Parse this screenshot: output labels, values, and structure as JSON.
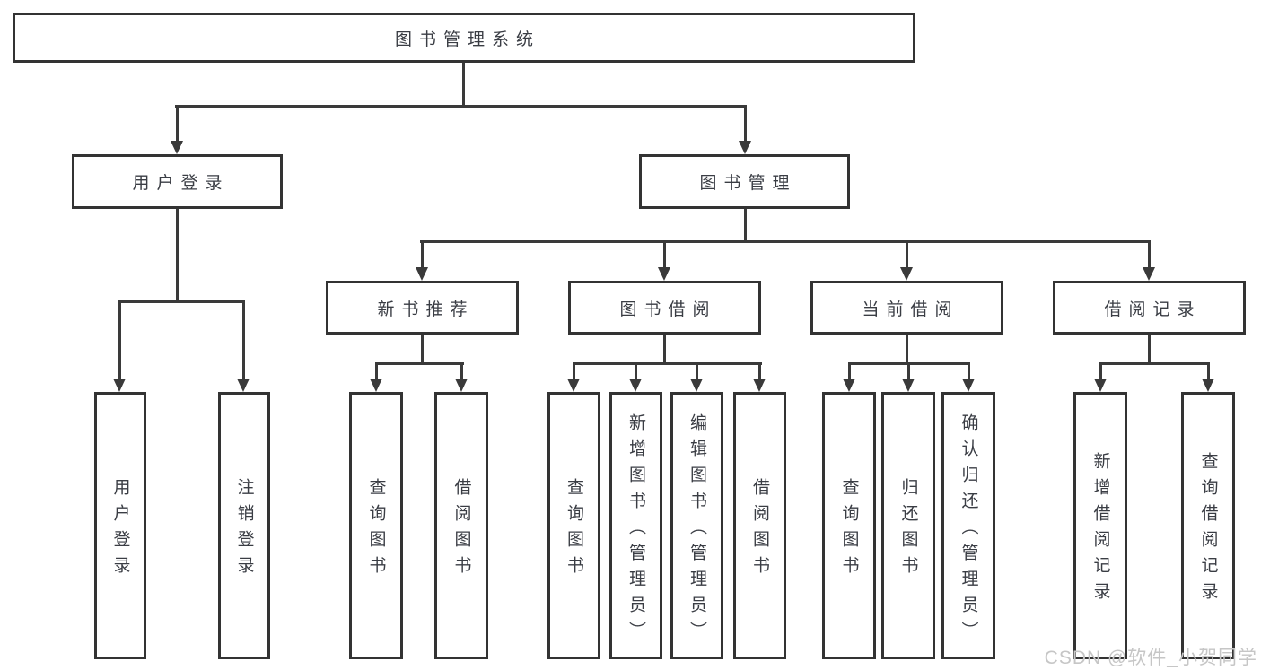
{
  "diagram_title": "图书管理系统",
  "tree": {
    "root": {
      "label": "图书管理系统"
    },
    "children": [
      {
        "label": "用户登录",
        "children": [
          {
            "label": "用户登录"
          },
          {
            "label": "注销登录"
          }
        ]
      },
      {
        "label": "图书管理",
        "children": [
          {
            "label": "新书推荐",
            "children": [
              {
                "label": "查询图书"
              },
              {
                "label": "借阅图书"
              }
            ]
          },
          {
            "label": "图书借阅",
            "children": [
              {
                "label": "查询图书"
              },
              {
                "label": "新增图书（管理员）"
              },
              {
                "label": "编辑图书（管理员）"
              },
              {
                "label": "借阅图书"
              }
            ]
          },
          {
            "label": "当前借阅",
            "children": [
              {
                "label": "查询图书"
              },
              {
                "label": "归还图书"
              },
              {
                "label": "确认归还（管理员）"
              }
            ]
          },
          {
            "label": "借阅记录",
            "children": [
              {
                "label": "新增借阅记录"
              },
              {
                "label": "查询借阅记录"
              }
            ]
          }
        ]
      }
    ]
  },
  "watermark": {
    "text": "CSDN @软件_小贺同学"
  },
  "colors": {
    "background": "#ffffff",
    "box_border": "#333333",
    "line": "#3a3a3a",
    "text": "#3a3d44",
    "watermark": "#c6c6c6"
  }
}
